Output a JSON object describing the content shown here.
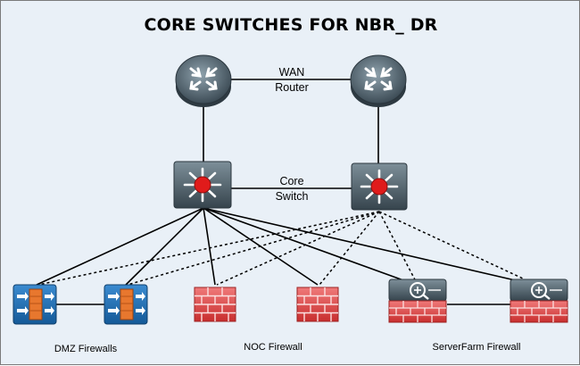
{
  "title": "CORE SWITCHES FOR NBR_ DR",
  "links": {
    "router_label_line1": "WAN",
    "router_label_line2": "Router",
    "switch_label_line1": "Core",
    "switch_label_line2": "Switch"
  },
  "groups": {
    "dmz": "DMZ Firewalls",
    "noc": "NOC Firewall",
    "serverfarm": "ServerFarm Firewall"
  },
  "colors": {
    "background": "#e9f0f7",
    "device_blue": "#1f6fb5",
    "firewall_red": "#d83a3a",
    "device_gray": "#4b5a64"
  },
  "icons": {
    "router": "router-icon",
    "switch": "layer3-switch-icon",
    "dmz_firewall": "blue-firewall-icon",
    "noc_firewall": "brick-firewall-icon",
    "serverfarm_firewall": "inspection-firewall-icon"
  }
}
